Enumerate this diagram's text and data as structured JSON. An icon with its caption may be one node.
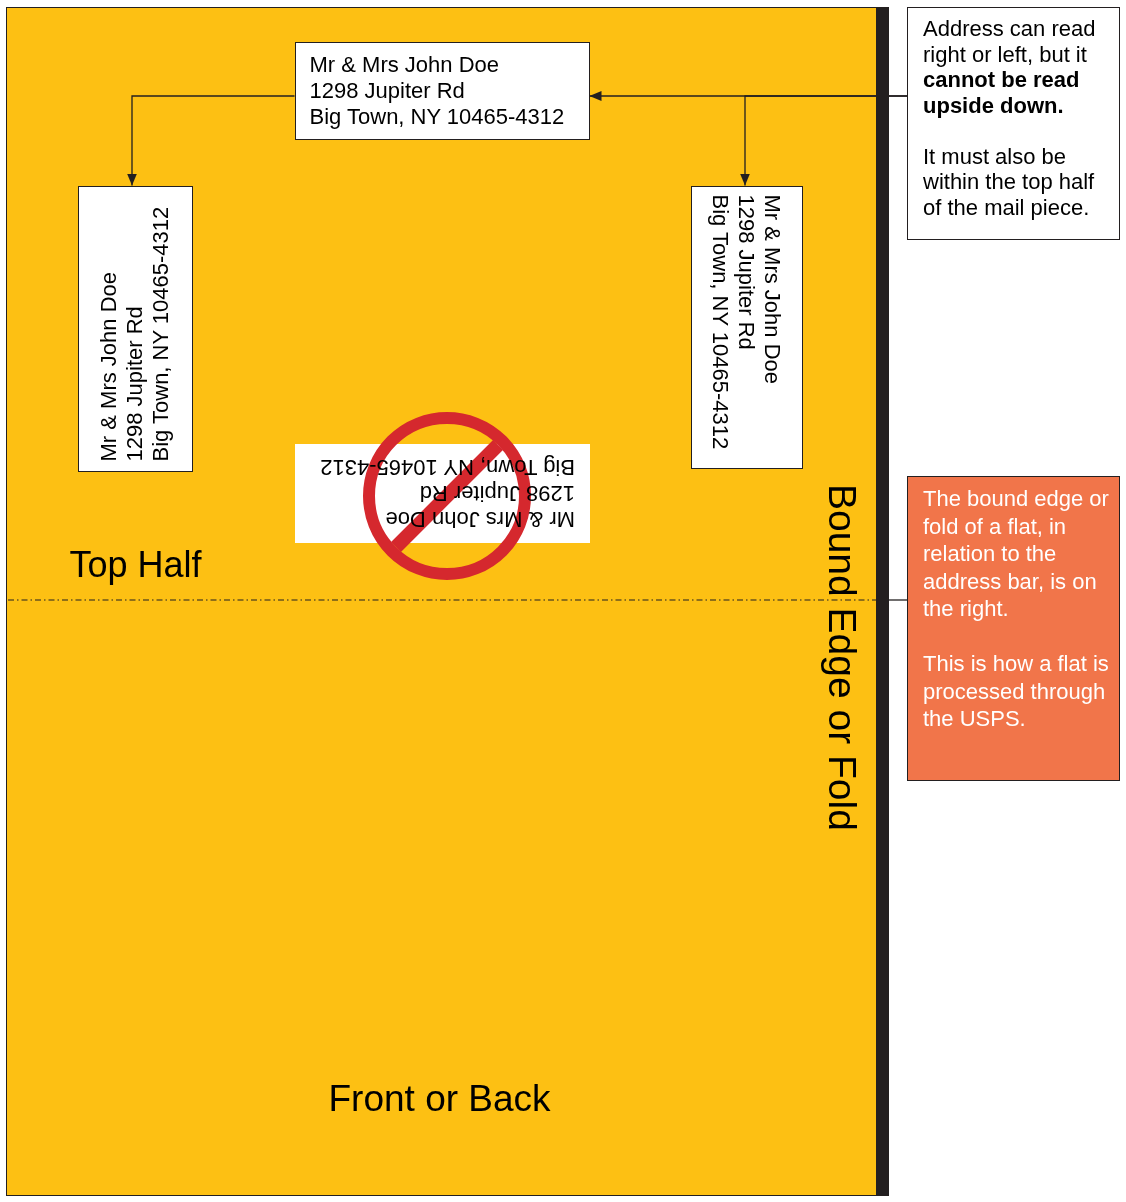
{
  "diagram": {
    "nodes": [
      {
        "text": [
          "Top Half",
          "Front or Back"
        ]
      },
      {
        "text": [
          "Mr & Mrs John Doe",
          "1298 Jupiter Rd",
          "Big Town, NY 10465-4312"
        ],
        "in": 0
      },
      {
        "text": [
          "Mr & Mrs John Doe",
          "1298 Jupiter Rd",
          "Big Town, NY 10465-4312"
        ],
        "in": 0
      },
      {
        "text": [
          "Mr & Mrs John Doe",
          "1298 Jupiter Rd",
          "Big Town, NY 10465-4312"
        ],
        "in": 0
      },
      {
        "text": [
          "Mr & Mrs John Doe",
          "1298 Jupiter Rd",
          "Big Town, NY 10465-4312"
        ],
        "in": 0
      },
      {
        "text": [],
        "shape": "bar",
        "in": 0,
        "beside": [
          "Bound Edge or Fold"
        ]
      },
      {
        "text": [
          "Address can read right or left, but it **cannot be read upside down.**",
          "It must also be within the top half of the mail piece."
        ]
      },
      {
        "text": [
          "The bound edge or fold of a flat, in relation to the address bar, is on the right.",
          "This is how a flat is processed through the USPS."
        ]
      }
    ],
    "edges": [
      {
        "from": 6,
        "to": 1,
        "arrow": "to"
      },
      {
        "from": 6,
        "to": 3,
        "arrow": "to"
      },
      {
        "from": 1,
        "to": 2,
        "arrow": "to"
      },
      {
        "from": 7,
        "to": 5,
        "arrow": "none"
      }
    ]
  }
}
